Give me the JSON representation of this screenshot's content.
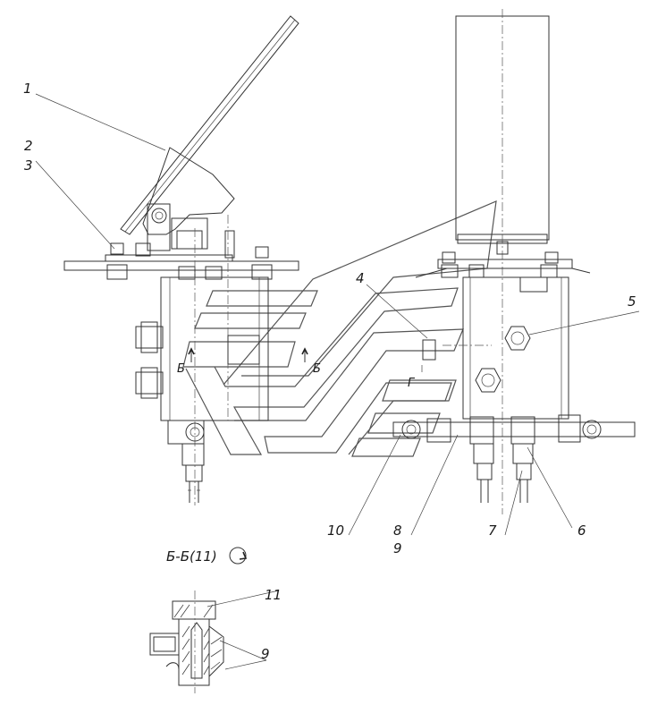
{
  "callouts": [
    {
      "id": "c1",
      "text": "1"
    },
    {
      "id": "c2",
      "text": "2"
    },
    {
      "id": "c3",
      "text": "3"
    },
    {
      "id": "c4",
      "text": "4"
    },
    {
      "id": "c5",
      "text": "5"
    },
    {
      "id": "c6",
      "text": "6"
    },
    {
      "id": "c7",
      "text": "7"
    },
    {
      "id": "c8",
      "text": "8"
    },
    {
      "id": "c9",
      "text": "9"
    },
    {
      "id": "c10",
      "text": "10"
    },
    {
      "id": "c11",
      "text": "11"
    },
    {
      "id": "c9b",
      "text": "9"
    }
  ],
  "section_marks": {
    "left": "Б",
    "right": "Б",
    "aux": "Г"
  },
  "section_title": "Б-Б(11)"
}
